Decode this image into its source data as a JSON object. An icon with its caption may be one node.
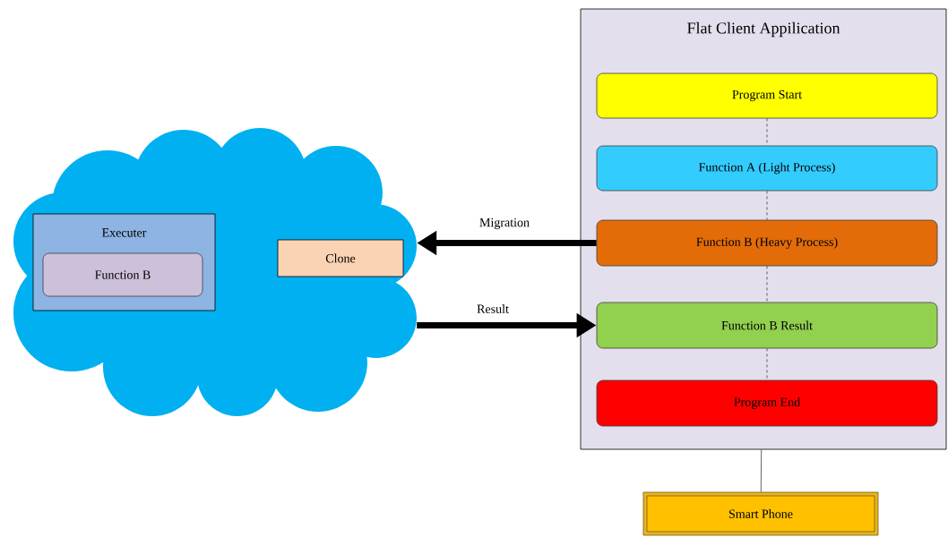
{
  "diagram": {
    "nodes": [
      {
        "text": [],
        "shape": "cloud"
      },
      {
        "text": [
          "Executer"
        ],
        "in": 0
      },
      {
        "text": [
          "Function B"
        ],
        "in": 1
      },
      {
        "text": [
          "Clone"
        ],
        "in": 0
      },
      {
        "text": [
          "Flat Client Appilication"
        ]
      },
      {
        "text": [
          "Program Start"
        ],
        "in": 4
      },
      {
        "text": [
          "Function A (Light Process)"
        ],
        "in": 4
      },
      {
        "text": [
          "Function B (Heavy Process)"
        ],
        "in": 4
      },
      {
        "text": [
          "Function B Result"
        ],
        "in": 4
      },
      {
        "text": [
          "Program End"
        ],
        "in": 4
      },
      {
        "text": [
          "Smart Phone"
        ]
      }
    ],
    "edges": [
      {
        "from": 7,
        "to": 0,
        "arrow": "to",
        "label": "Migration",
        "style": "thick"
      },
      {
        "from": 0,
        "to": 8,
        "arrow": "to",
        "label": "Result",
        "style": "thick"
      },
      {
        "from": 5,
        "to": 6,
        "arrow": "none",
        "style": "dashed"
      },
      {
        "from": 6,
        "to": 7,
        "arrow": "none",
        "style": "dashed"
      },
      {
        "from": 7,
        "to": 8,
        "arrow": "none",
        "style": "dashed"
      },
      {
        "from": 8,
        "to": 9,
        "arrow": "none",
        "style": "dashed"
      },
      {
        "from": 4,
        "to": 10,
        "arrow": "none"
      }
    ]
  }
}
